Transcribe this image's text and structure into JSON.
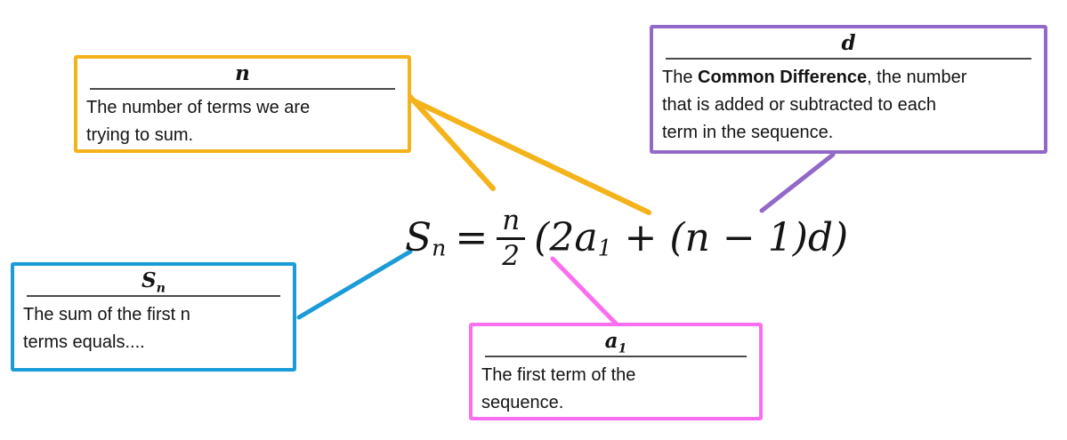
{
  "colors": {
    "gold": "#F5B31B",
    "purple": "#9269C9",
    "blue": "#1B9BD8",
    "pink": "#FB6EF0",
    "text": "#141414"
  },
  "formula": {
    "s": "S",
    "s_sub": "n",
    "eq": "=",
    "num": "n",
    "den": "2",
    "rhs_pre": "(2a",
    "rhs_sub": "1",
    "rhs_post": " + (n − 1)d)"
  },
  "boxes": {
    "n": {
      "title": "n",
      "line1": "The number of terms we are",
      "line2": "trying to sum."
    },
    "d": {
      "title": "d",
      "line1_pre": "The ",
      "line1_bold": "Common Difference",
      "line1_post": ", the number",
      "line2": "that is added or subtracted to each",
      "line3": "term in the sequence."
    },
    "sn": {
      "title_main": "S",
      "title_sub": "n",
      "line1": "The sum of the first n",
      "line2": "terms equals...."
    },
    "a1": {
      "title_main": "a",
      "title_sub": "1",
      "line1": "The first term of the",
      "line2": "sequence."
    }
  }
}
